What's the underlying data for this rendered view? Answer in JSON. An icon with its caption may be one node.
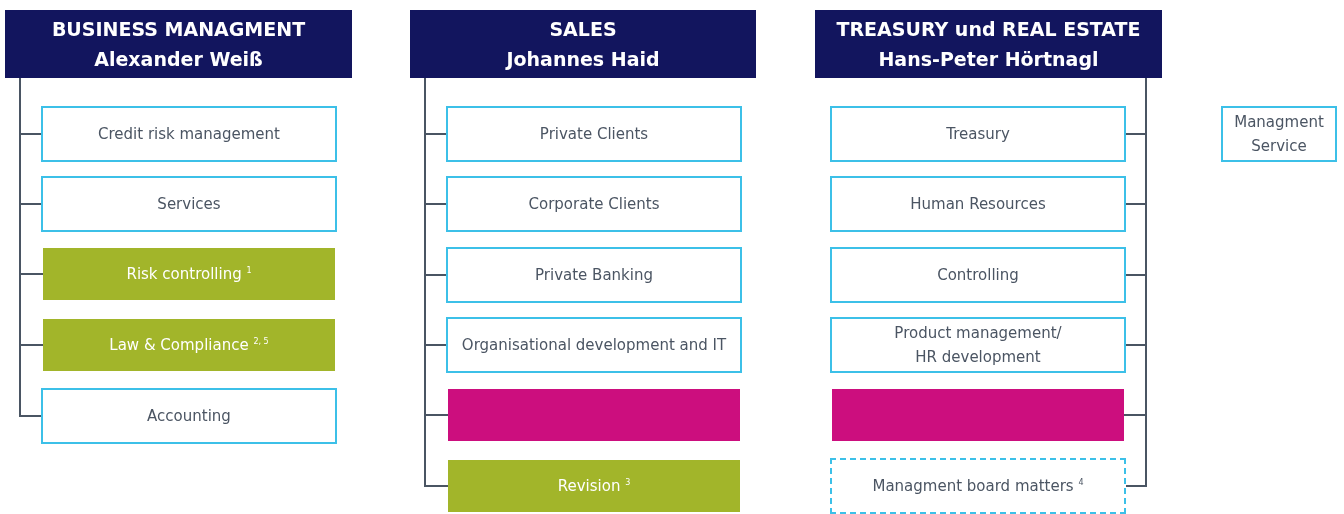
{
  "diagram": {
    "nodes": [
      {
        "text": [
          "BUSINESS MANAGMENT",
          "Alexander Weiß"
        ]
      },
      {
        "text": [
          "Credit risk management"
        ]
      },
      {
        "text": [
          "Services"
        ]
      },
      {
        "text": [
          "Risk controlling $^{1}$"
        ]
      },
      {
        "text": [
          "Law & Compliance $^{2, 5}$"
        ]
      },
      {
        "text": [
          "Accounting"
        ]
      },
      {
        "text": [
          "SALES",
          "Johannes Haid"
        ]
      },
      {
        "text": [
          "Private Clients"
        ]
      },
      {
        "text": [
          "Corporate Clients"
        ]
      },
      {
        "text": [
          "Private Banking"
        ]
      },
      {
        "text": [
          "Organisational development and IT"
        ]
      },
      {
        "text": [],
        "shape": "box"
      },
      {
        "text": [
          "Revision $^{3}$"
        ]
      },
      {
        "text": [
          "TREASURY und REAL ESTATE",
          "Hans-Peter Hörtnagl"
        ]
      },
      {
        "text": [
          "Treasury"
        ]
      },
      {
        "text": [
          "Human Resources"
        ]
      },
      {
        "text": [
          "Controlling"
        ]
      },
      {
        "text": [
          "Product management/ HR development"
        ]
      },
      {
        "text": [],
        "shape": "box"
      },
      {
        "text": [
          "Managment board matters $^{4}$"
        ]
      },
      {
        "text": [
          "Managment Service"
        ]
      }
    ],
    "edges": [
      {
        "from": 0,
        "to": 1,
        "arrow": "none"
      },
      {
        "from": 0,
        "to": 2,
        "arrow": "none"
      },
      {
        "from": 0,
        "to": 3,
        "arrow": "none"
      },
      {
        "from": 0,
        "to": 4,
        "arrow": "none"
      },
      {
        "from": 0,
        "to": 5,
        "arrow": "none"
      },
      {
        "from": 6,
        "to": 7,
        "arrow": "none"
      },
      {
        "from": 6,
        "to": 8,
        "arrow": "none"
      },
      {
        "from": 6,
        "to": 9,
        "arrow": "none"
      },
      {
        "from": 6,
        "to": 10,
        "arrow": "none"
      },
      {
        "from": 6,
        "to": 11,
        "arrow": "none"
      },
      {
        "from": 6,
        "to": 12,
        "arrow": "none"
      },
      {
        "from": 13,
        "to": 14,
        "arrow": "none"
      },
      {
        "from": 13,
        "to": 15,
        "arrow": "none"
      },
      {
        "from": 13,
        "to": 16,
        "arrow": "none"
      },
      {
        "from": 13,
        "to": 17,
        "arrow": "none"
      },
      {
        "from": 13,
        "to": 18,
        "arrow": "none"
      },
      {
        "from": 13,
        "to": 19,
        "arrow": "none"
      }
    ]
  }
}
